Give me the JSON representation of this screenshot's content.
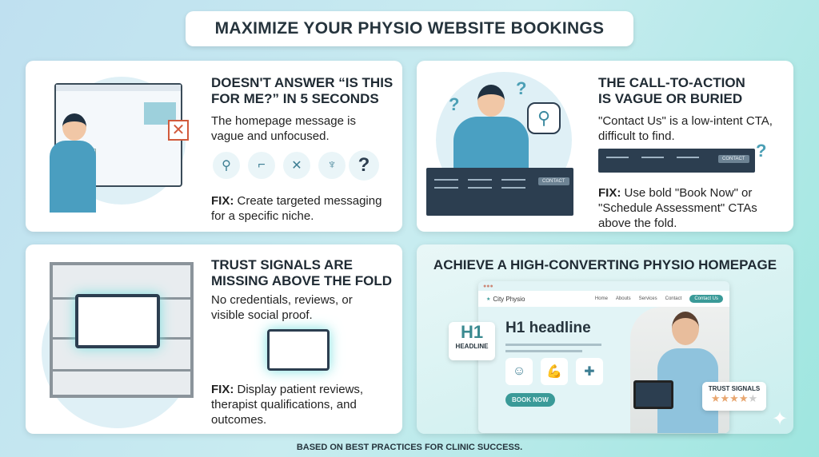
{
  "title": "MAXIMIZE YOUR PHYSIO WEBSITE BOOKINGS",
  "cards": [
    {
      "heading_1": "DOESN'T ANSWER “IS THIS",
      "heading_2": "FOR ME?” IN 5 SECONDS",
      "body": "The homepage message is vague and unfocused.",
      "fix_label": "FIX:",
      "fix": " Create targeted messaging for a specific niche.",
      "icons": [
        "knee-icon",
        "foot-icon",
        "joint-icon",
        "back-icon",
        "question-icon"
      ]
    },
    {
      "heading_1": "THE CALL-TO-ACTION",
      "heading_2": "IS VAGUE OR BURIED",
      "body": "\"Contact Us\" is a low-intent CTA, difficult to find.",
      "fix_label": "FIX:",
      "fix": " Use bold \"Book Now\" or \"Schedule Assessment\" CTAs above the fold.",
      "cta_label": "CONTACT"
    },
    {
      "heading_1": "TRUST SIGNALS ARE",
      "heading_2": "MISSING ABOVE THE FOLD",
      "body": "No credentials, reviews, or visible social proof.",
      "fix_label": "FIX:",
      "fix": " Display patient reviews, therapist qualifications, and outcomes."
    },
    {
      "heading": "ACHIEVE A HIGH-CONVERTING PHYSIO HOMEPAGE",
      "brand": "City Physio",
      "nav": [
        "Home",
        "Abouts",
        "Services",
        "Contact"
      ],
      "nav_cta": "Contact Us",
      "h1": "H1 headline",
      "badge_h1": "H1",
      "badge_label": "HEADLINE",
      "book_now": "BOOK NOW",
      "trust_label": "TRUST SIGNALS",
      "rating": 4,
      "rating_max": 5
    }
  ],
  "footer": "BASED ON BEST PRACTICES FOR CLINIC SUCCESS.",
  "colors": {
    "accent": "#3a9a98",
    "dark": "#2c3e50",
    "star": "#e8a66f"
  }
}
